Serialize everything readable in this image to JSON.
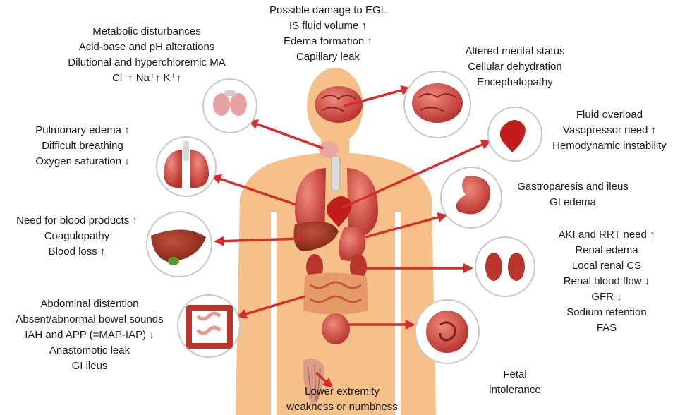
{
  "diagram": {
    "colors": {
      "arrow": "#d92b2b",
      "skin": "#f6c089",
      "circle_border": "#c9c9c9",
      "organ": "#c43b36"
    },
    "groups": {
      "glycocalyx": {
        "lines": [
          "Possible damage to EGL",
          "IS fluid volume ↑",
          "Edema formation ↑",
          "Capillary leak"
        ]
      },
      "metabolic": {
        "lines": [
          "Metabolic disturbances",
          "Acid-base and pH alterations",
          "Dilutional and hyperchloremic MA",
          "Cl⁻↑ Na⁺↑ K⁺↑"
        ]
      },
      "brain": {
        "lines": [
          "Altered mental status",
          "Cellular dehydration",
          "Encephalopathy"
        ]
      },
      "lungs": {
        "lines": [
          "Pulmonary edema ↑",
          "Difficult breathing",
          "Oxygen saturation ↓"
        ]
      },
      "heart": {
        "lines": [
          "Fluid overload",
          "Vasopressor need ↑",
          "Hemodynamic instability"
        ]
      },
      "stomach": {
        "lines": [
          "Gastroparesis and ileus",
          "GI edema"
        ]
      },
      "liver": {
        "lines": [
          "Need for blood products ↑",
          "Coagulopathy",
          "Blood loss ↑"
        ]
      },
      "kidney": {
        "lines": [
          "AKI and RRT need ↑",
          "Renal edema",
          "Local renal CS",
          "Renal blood flow ↓",
          "GFR ↓",
          "Sodium retention",
          "FAS"
        ]
      },
      "intestine": {
        "lines": [
          "Abdominal distention",
          "Absent/abnormal bowel sounds",
          "IAH and APP (=MAP-IAP) ↓",
          "Anastomotic leak",
          "GI ileus"
        ]
      },
      "fetus": {
        "lines": [
          "Fetal",
          "intolerance"
        ]
      },
      "muscle": {
        "lines": [
          "Lower extremity",
          "weakness or numbness"
        ]
      }
    }
  }
}
